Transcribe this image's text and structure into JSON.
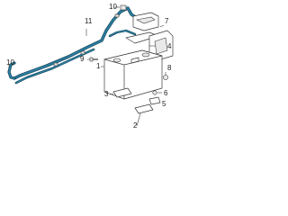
{
  "figure": {
    "callouts": [
      "1",
      "2",
      "3",
      "4",
      "5",
      "6",
      "7",
      "8",
      "9",
      "10",
      "11"
    ]
  },
  "colors": {
    "cable": "#2c7ea0",
    "cable_outline": "#16485c",
    "line": "#3a3a3a",
    "text": "#222222"
  }
}
